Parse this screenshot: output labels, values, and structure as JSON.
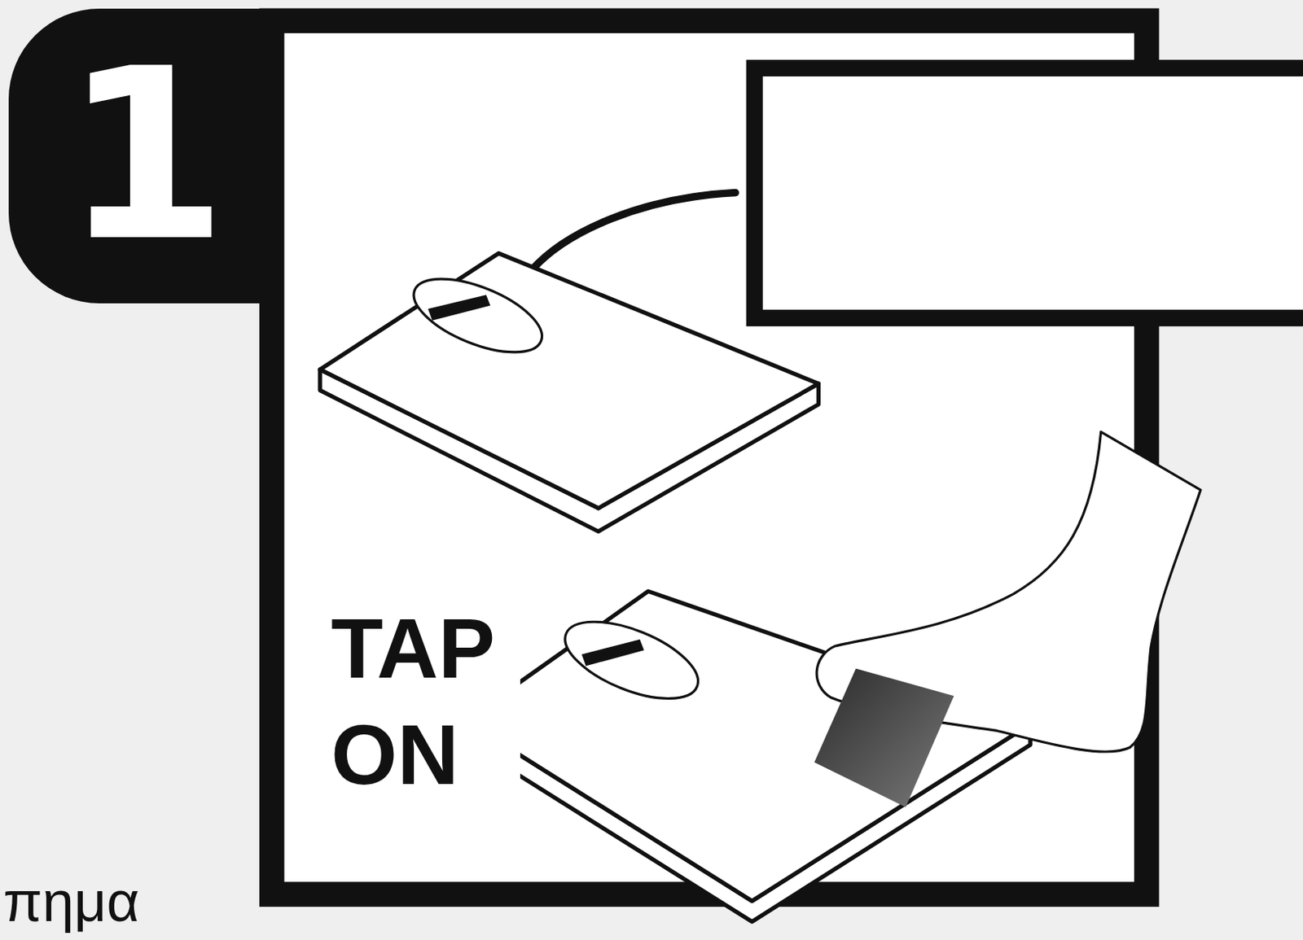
{
  "diagram": {
    "nodes": [
      {
        "text": [
          "1"
        ]
      }
    ],
    "labels": [
      "TAP ON",
      "πημα"
    ]
  }
}
